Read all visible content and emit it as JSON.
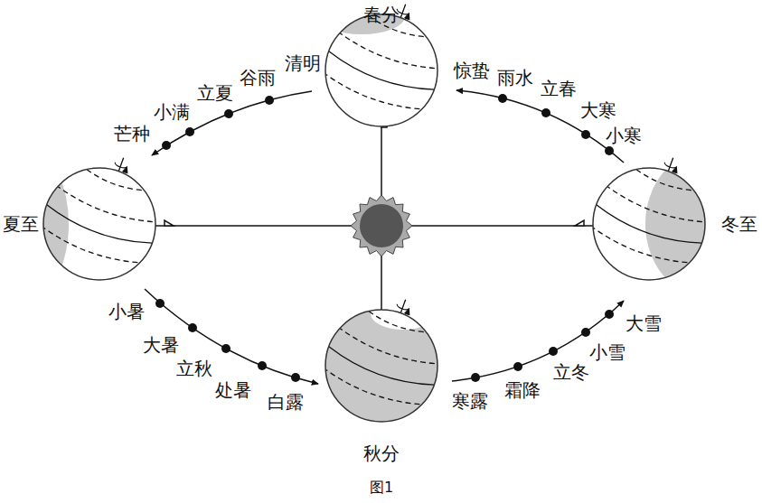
{
  "diagram": {
    "caption": "图1",
    "labels": [
      "春分",
      "清明",
      "谷雨",
      "立夏",
      "小满",
      "芒种",
      "夏至",
      "小暑",
      "大暑",
      "立秋",
      "处暑",
      "白露",
      "秋分",
      "寒露",
      "霜降",
      "立冬",
      "小雪",
      "大雪",
      "冬至",
      "小寒",
      "大寒",
      "立春",
      "雨水",
      "惊蛰"
    ]
  }
}
